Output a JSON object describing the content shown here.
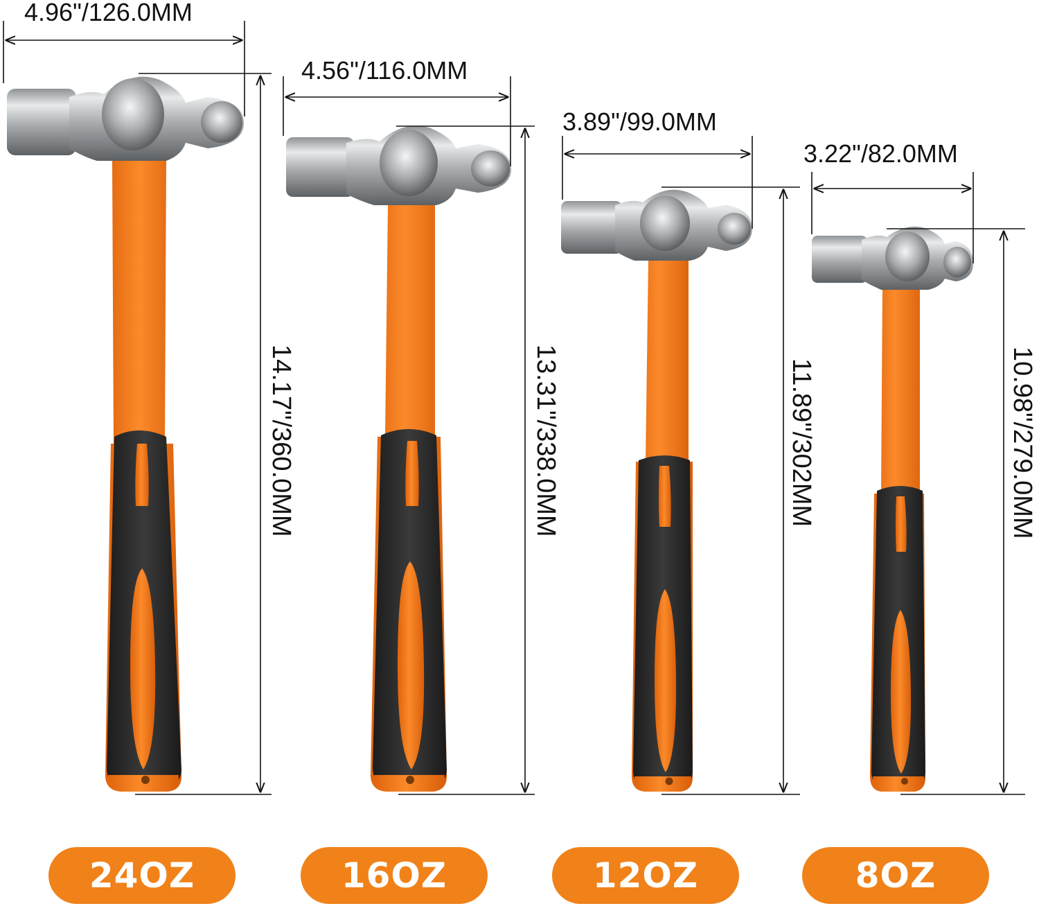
{
  "colors": {
    "handle_orange": "#f07a1a",
    "grip_black": "#2b2b2b",
    "head_steel": "#b9bcbe",
    "pill_orange": "#f08219",
    "dimension_line": "#111111"
  },
  "hammers": [
    {
      "weight_label": "24OZ",
      "head_length_label": "4.96\"/126.0MM",
      "total_length_label": "14.17\"/360.0MM"
    },
    {
      "weight_label": "16OZ",
      "head_length_label": "4.56\"/116.0MM",
      "total_length_label": "13.31\"/338.0MM"
    },
    {
      "weight_label": "12OZ",
      "head_length_label": "3.89\"/99.0MM",
      "total_length_label": "11.89\"/302MM"
    },
    {
      "weight_label": "8OZ",
      "head_length_label": "3.22\"/82.0MM",
      "total_length_label": "10.98\"/279.0MM"
    }
  ]
}
